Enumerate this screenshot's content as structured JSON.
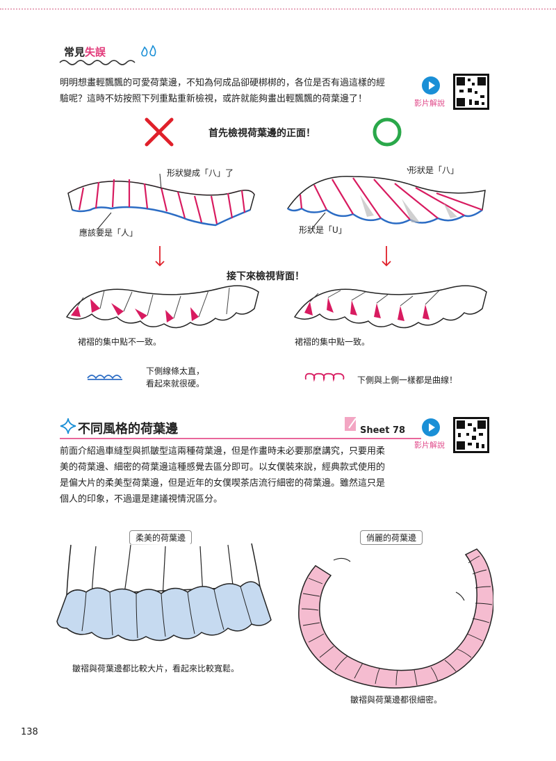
{
  "section1": {
    "title_prefix": "常見",
    "title_highlight": "失誤",
    "intro_line1": "明明想畫輕飄飄的可愛荷葉邊，不知為何成品卻硬梆梆的，各位是否有過這樣的經",
    "intro_line2": "驗呢？這時不妨按照下列重點重新檢視，或許就能夠畫出輕飄飄的荷葉邊了！",
    "video_label": "影片解說",
    "front_heading": "首先檢視荷葉邊的正面！",
    "wrong_top_label": "形狀變成「八」了",
    "wrong_bottom_label": "應該要是「人」",
    "right_top_label": "形狀是「八」",
    "right_bottom_label": "形狀是「U」",
    "back_heading": "接下來檢視背面！",
    "wrong_back_caption": "裙褶的集中點不一致。",
    "right_back_caption": "裙褶的集中點一致。",
    "wrong_line_caption_1": "下側線條太直，",
    "wrong_line_caption_2": "看起來就很硬。",
    "right_line_caption": "下側與上側一樣都是曲線！"
  },
  "section2": {
    "title": "不同風格的荷葉邊",
    "sheet": "Sheet 78",
    "video_label": "影片解說",
    "body_line1": "前面介紹過車縫型與抓皺型這兩種荷葉邊，但是作畫時未必要那麼講究，只要用柔",
    "body_line2": "美的荷葉邊、細密的荷葉邊這種感覺去區分即可。以女僕裝來說，經典款式使用的",
    "body_line3": "是偏大片的柔美型荷葉邊，但是近年的女僕喫茶店流行細密的荷葉邊。雖然這只是",
    "body_line4": "個人的印象，不過還是建議視情況區分。",
    "soft_tag": "柔美的荷葉邊",
    "soft_caption": "皺褶與荷葉邊都比較大片，看起來比較寬鬆。",
    "fine_tag": "俏麗的荷葉邊",
    "fine_caption": "皺褶與荷葉邊都很細密。"
  },
  "page_number": "138",
  "colors": {
    "accent_pink": "#e23a7a",
    "wrong_red": "#e0202a",
    "right_green": "#2aa84a",
    "fold_magenta": "#d81b60",
    "edge_blue": "#2b6cc4",
    "soft_blue": "#c6daf0",
    "fine_pink": "#f5bcd0",
    "play_blue": "#1a8fd6"
  }
}
